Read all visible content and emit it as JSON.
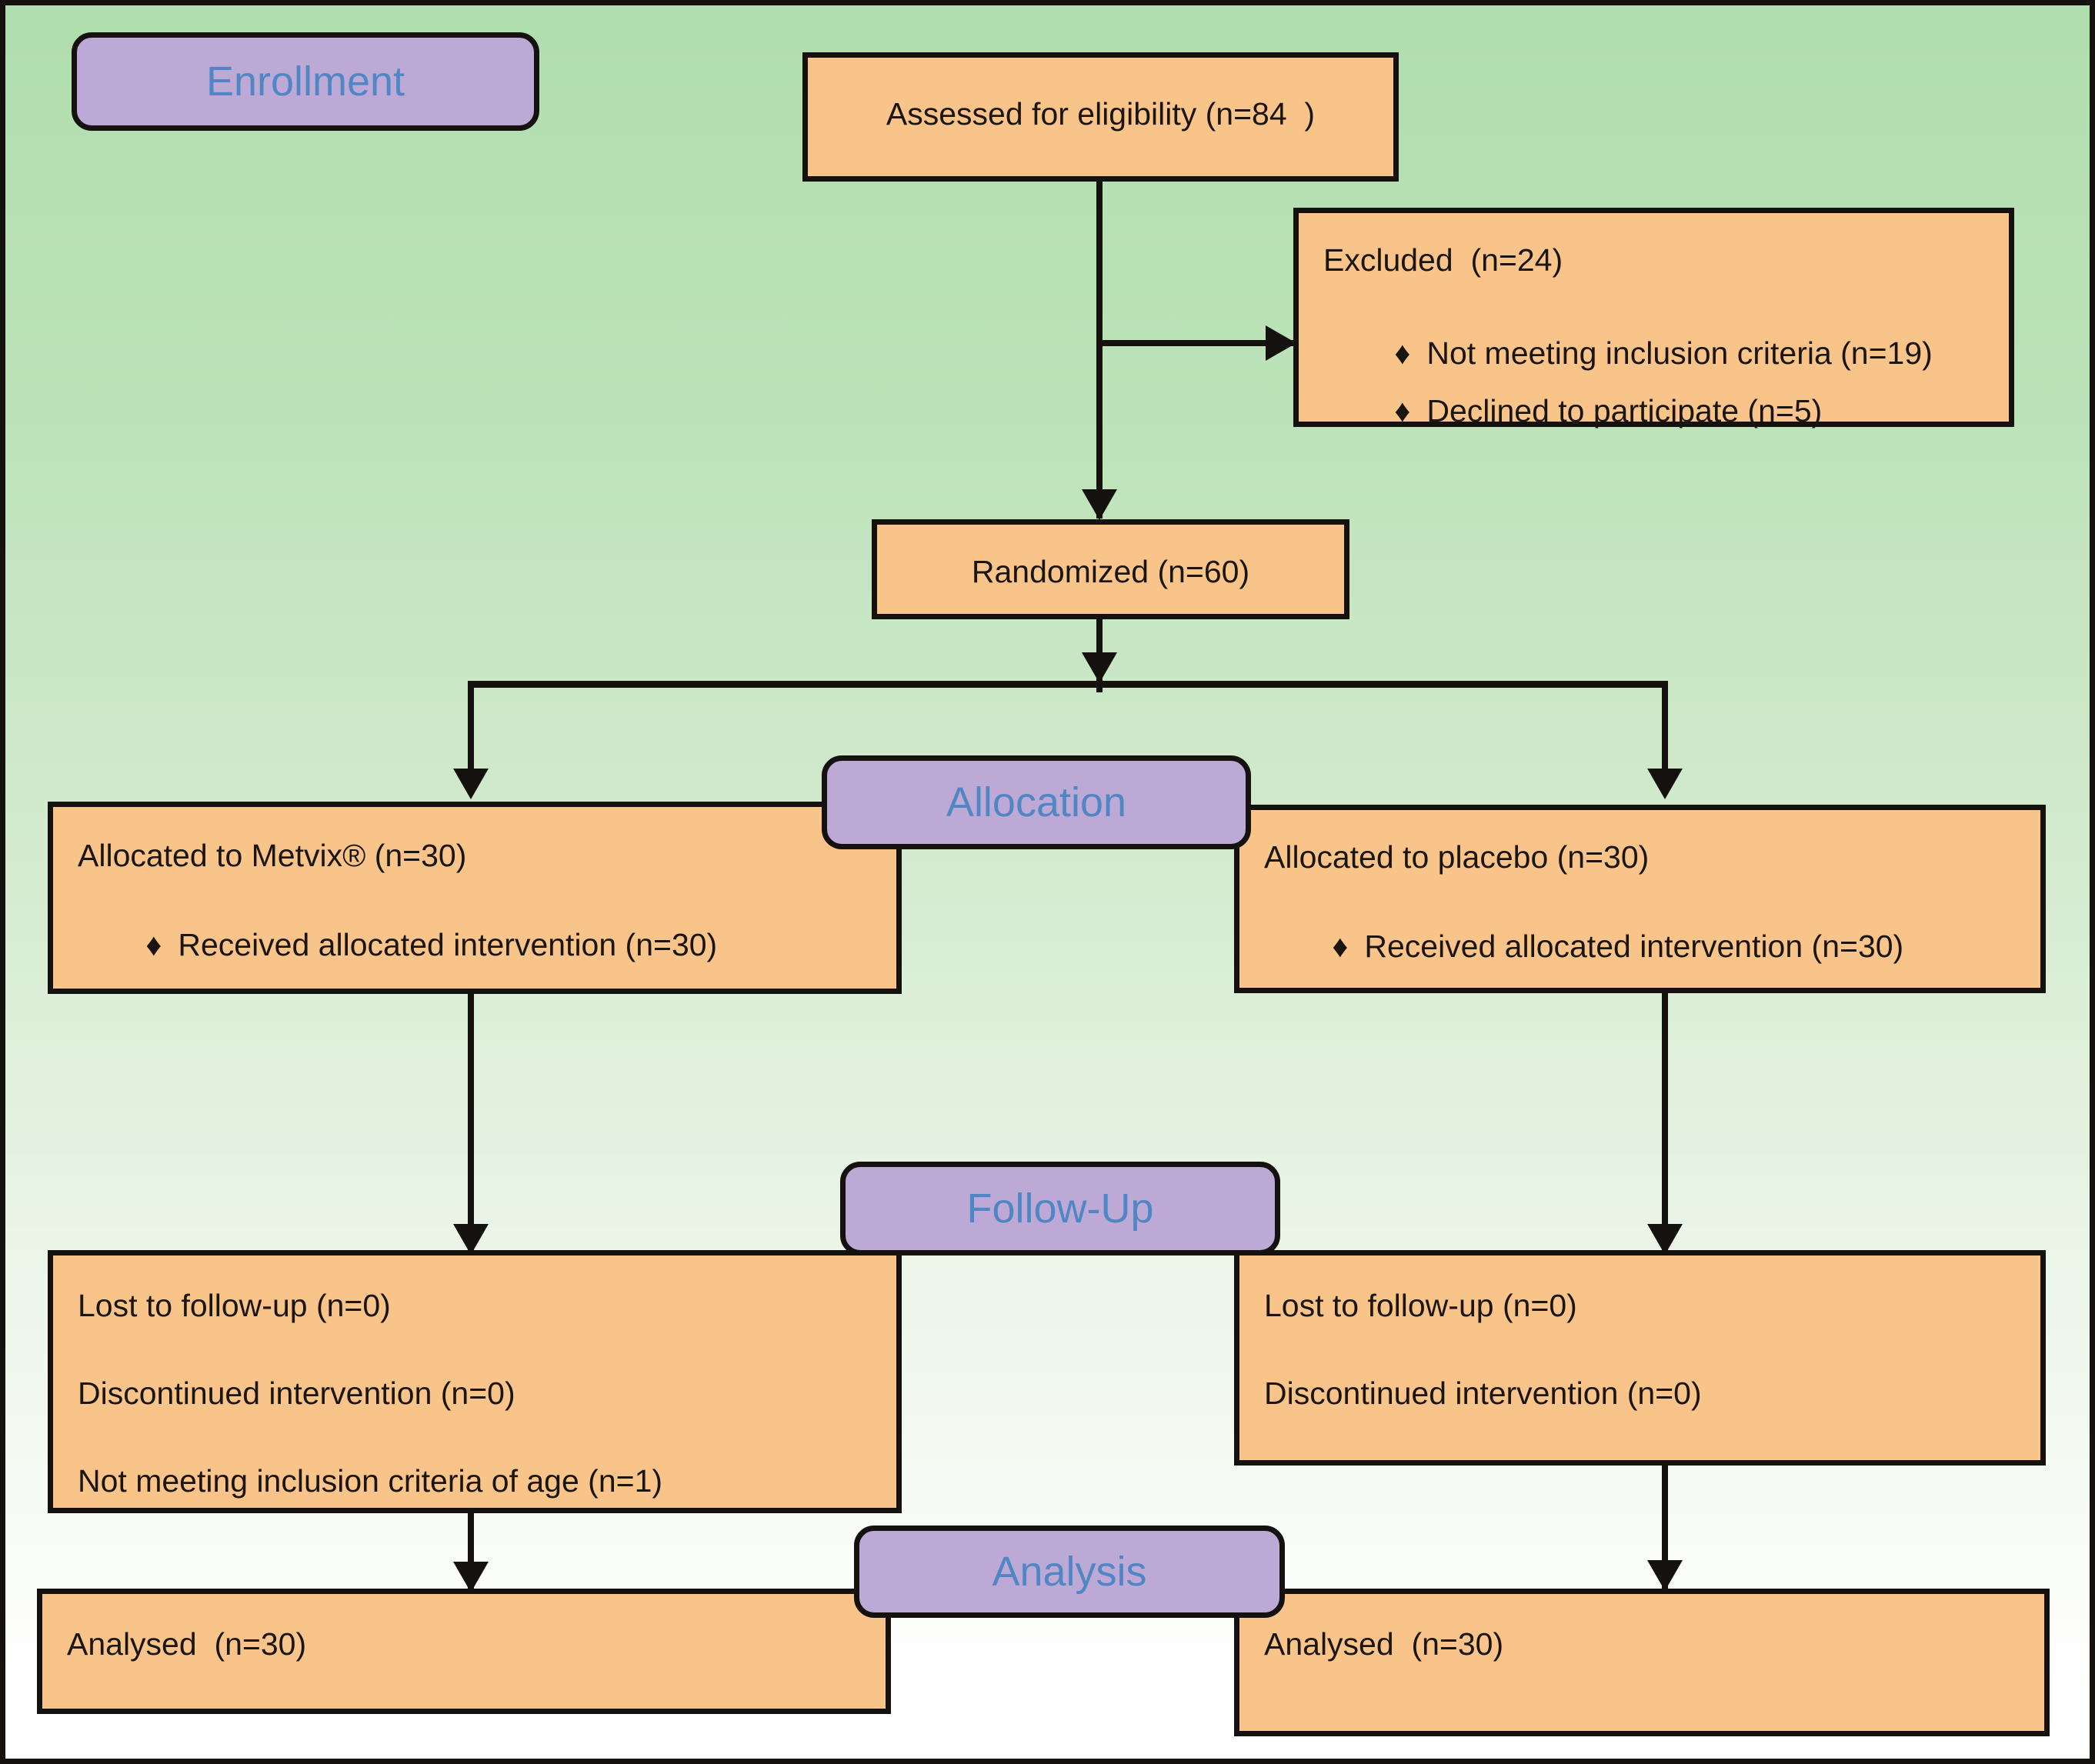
{
  "diagram": {
    "title": "CONSORT participant flow diagram",
    "colors": {
      "box_fill": "#f9c48a",
      "stage_label_fill": "#bda9d6",
      "stage_label_text": "#5186c4",
      "line": "#14110f",
      "background_top": "#b0deae",
      "background_bottom": "#ffffff"
    }
  },
  "stages": {
    "enrollment": "Enrollment",
    "allocation": "Allocation",
    "followup": "Follow-Up",
    "analysis": "Analysis"
  },
  "nodes": {
    "assessed": {
      "text": "Assessed for eligibility (n=84  )"
    },
    "excluded": {
      "heading": "Excluded  (n=24)",
      "bullet": "♦",
      "items": [
        "Not meeting inclusion criteria (n=19)",
        "Declined to participate (n=5)"
      ]
    },
    "randomized": {
      "text": "Randomized (n=60)"
    },
    "allocated_left": {
      "heading": "Allocated to Metvix® (n=30)",
      "bullet": "♦",
      "items": [
        "Received allocated intervention (n=30)"
      ]
    },
    "allocated_right": {
      "heading": "Allocated to placebo (n=30)",
      "bullet": "♦",
      "items": [
        "Received allocated intervention (n=30)"
      ]
    },
    "followup_left": {
      "lines": [
        "Lost to follow-up (n=0)",
        "Discontinued intervention (n=0)",
        "Not meeting inclusion criteria of age (n=1)"
      ]
    },
    "followup_right": {
      "lines": [
        "Lost to follow-up (n=0)",
        "Discontinued intervention (n=0)"
      ]
    },
    "analysed_left": {
      "text": "Analysed  (n=30)"
    },
    "analysed_right": {
      "text": "Analysed  (n=30)"
    }
  }
}
